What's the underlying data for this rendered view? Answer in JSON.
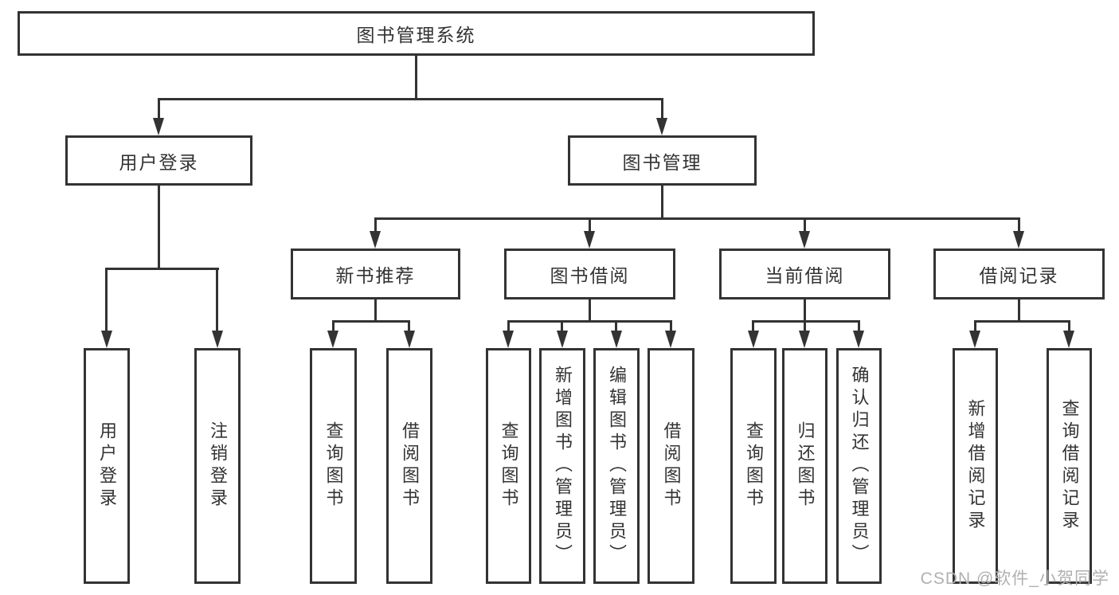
{
  "colors": {
    "line": "#333333",
    "text": "#333333",
    "watermark": "#b0b0b0",
    "background": "#ffffff"
  },
  "tree": {
    "root": "图书管理系统",
    "branches": [
      {
        "label": "用户登录",
        "leaves": [
          "用户登录",
          "注销登录"
        ]
      },
      {
        "label": "图书管理",
        "groups": [
          {
            "label": "新书推荐",
            "leaves": [
              "查询图书",
              "借阅图书"
            ]
          },
          {
            "label": "图书借阅",
            "leaves": [
              "查询图书",
              "新增图书（管理员）",
              "编辑图书（管理员）",
              "借阅图书"
            ]
          },
          {
            "label": "当前借阅",
            "leaves": [
              "查询图书",
              "归还图书",
              "确认归还（管理员）"
            ]
          },
          {
            "label": "借阅记录",
            "leaves": [
              "新增借阅记录",
              "查询借阅记录"
            ]
          }
        ]
      }
    ]
  },
  "watermark": "CSDN @软件_小贺同学"
}
